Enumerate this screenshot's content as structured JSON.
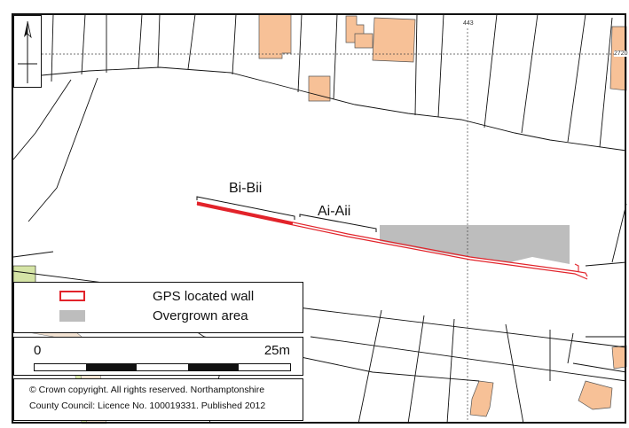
{
  "grid": {
    "easting": "443",
    "northing": "2720"
  },
  "sections": {
    "label_b": "Bi-Bii",
    "label_a": "Ai-Aii"
  },
  "legend": {
    "items": [
      {
        "label": "GPS located wall",
        "symbol": "red-outline-rectangle",
        "color": "#e2232a"
      },
      {
        "label": "Overgrown area",
        "symbol": "grey-fill-rectangle",
        "color": "#bdbdbd"
      }
    ]
  },
  "scale": {
    "start_label": "0",
    "end_label": "25m",
    "segments": 5
  },
  "copyright": {
    "line1": "© Crown copyright. All rights reserved.   Northamptonshire",
    "line2": "County Council: Licence No. 100019331. Published 2012"
  },
  "colors": {
    "building": "#f7c197",
    "wall": "#e2232a",
    "overgrown": "#bdbdbd",
    "green_area": "#d5e4a6",
    "boundary": "#111111"
  },
  "icons": {
    "north_arrow": "north-arrow-icon"
  }
}
